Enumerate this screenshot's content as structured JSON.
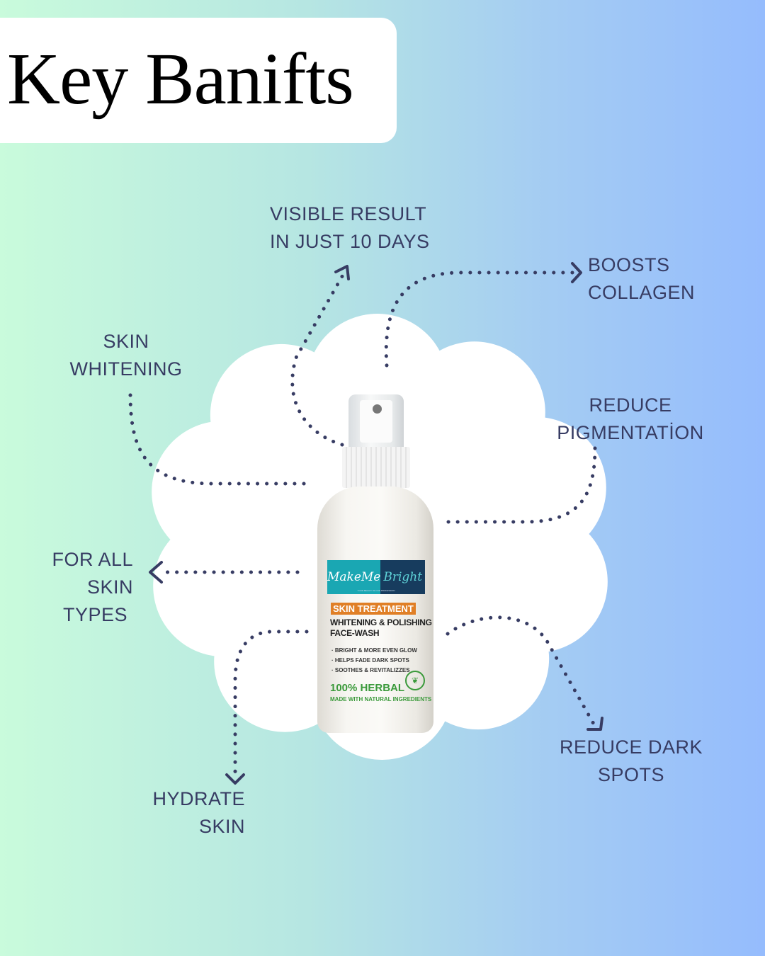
{
  "title": "Key Banifts",
  "colors": {
    "text": "#373c63",
    "background_left": "#c9fbdc",
    "background_right": "#95bcfd",
    "cloud": "#ffffff"
  },
  "benefits": {
    "visible_result": [
      "VISIBLE RESULT",
      "IN JUST 10 DAYS"
    ],
    "boosts_collagen": [
      "BOOSTS",
      "COLLAGEN"
    ],
    "skin_whitening": [
      "SKIN",
      "WHITENING"
    ],
    "reduce_pigmentation": [
      "REDUCE",
      "PIGMENTATİON"
    ],
    "for_all_skin_types": [
      "FOR ALL",
      "SKIN",
      "TYPES"
    ],
    "hydrate_skin": [
      "HYDRATE",
      "SKIN"
    ],
    "reduce_dark_spots": [
      "REDUCE DARK",
      "SPOTS"
    ]
  },
  "product": {
    "brand_left": "MakeMe",
    "brand_right": "Bright",
    "tagline": "YOUR BEAUTY IS OUR PROFESSION",
    "category": "SKIN TREATMENT",
    "name": [
      "WHITENING & POLISHING",
      "FACE-WASH"
    ],
    "bullets": [
      "· BRIGHT & MORE EVEN GLOW",
      "· HELPS FADE DARK SPOTS",
      "· SOOTHES & REVITALIZZES"
    ],
    "herbal": "100% HERBAL",
    "natural": "MADE WITH NATURAL INGREDIENTS"
  }
}
